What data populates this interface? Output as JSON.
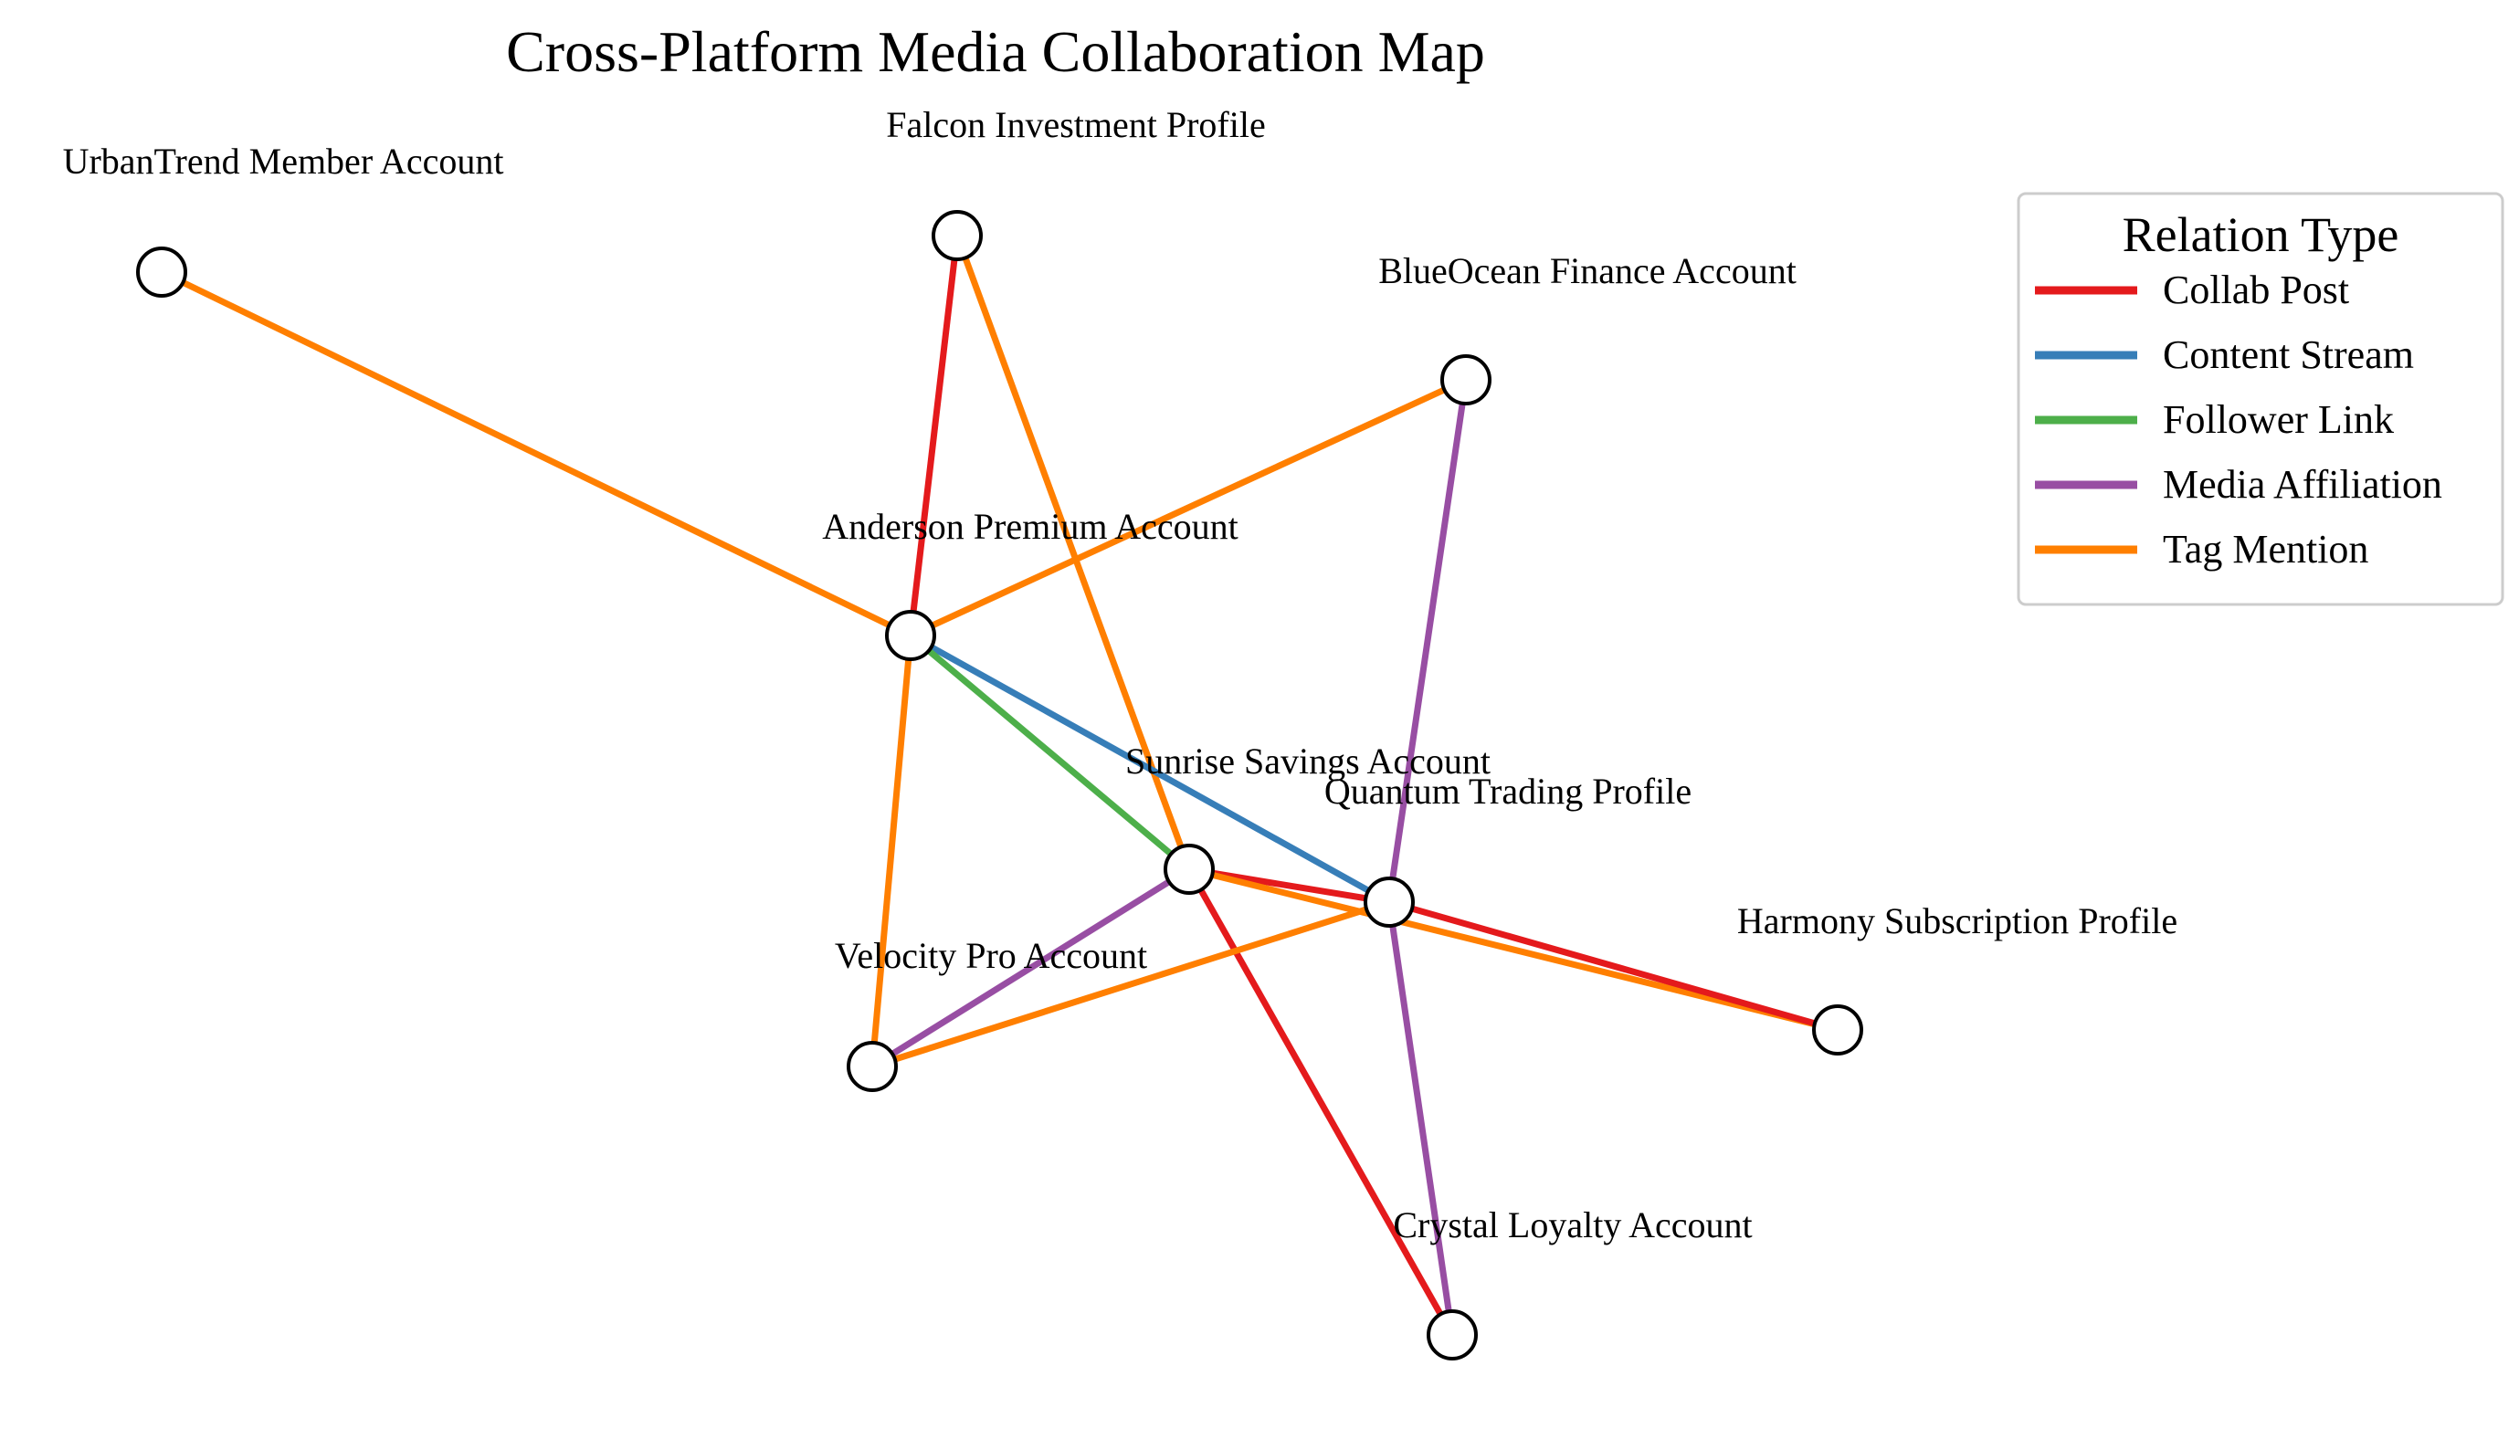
{
  "title": "Cross-Platform Media Collaboration Map",
  "legend": {
    "title": "Relation Type",
    "items": [
      {
        "key": "collab",
        "label": "Collab Post",
        "color": "#e41a1c"
      },
      {
        "key": "content",
        "label": "Content Stream",
        "color": "#377eb8"
      },
      {
        "key": "follower",
        "label": "Follower Link",
        "color": "#4daf4a"
      },
      {
        "key": "media",
        "label": "Media Affiliation",
        "color": "#984ea3"
      },
      {
        "key": "tag",
        "label": "Tag Mention",
        "color": "#ff7f00"
      }
    ]
  },
  "nodes": [
    {
      "id": "urbantrend",
      "label": "UrbanTrend Member Account"
    },
    {
      "id": "falcon",
      "label": "Falcon Investment Profile"
    },
    {
      "id": "blueocean",
      "label": "BlueOcean Finance Account"
    },
    {
      "id": "anderson",
      "label": "Anderson Premium Account"
    },
    {
      "id": "sunrise",
      "label": "Sunrise Savings Account"
    },
    {
      "id": "quantum",
      "label": "Quantum Trading Profile"
    },
    {
      "id": "harmony",
      "label": "Harmony Subscription Profile"
    },
    {
      "id": "velocity",
      "label": "Velocity Pro Account"
    },
    {
      "id": "crystal",
      "label": "Crystal Loyalty Account"
    }
  ],
  "edges": [
    {
      "source": "urbantrend",
      "target": "anderson",
      "type": "tag"
    },
    {
      "source": "falcon",
      "target": "anderson",
      "type": "collab"
    },
    {
      "source": "falcon",
      "target": "sunrise",
      "type": "tag"
    },
    {
      "source": "blueocean",
      "target": "anderson",
      "type": "tag"
    },
    {
      "source": "blueocean",
      "target": "quantum",
      "type": "media"
    },
    {
      "source": "anderson",
      "target": "quantum",
      "type": "content"
    },
    {
      "source": "anderson",
      "target": "sunrise",
      "type": "follower"
    },
    {
      "source": "anderson",
      "target": "velocity",
      "type": "tag"
    },
    {
      "source": "sunrise",
      "target": "quantum",
      "type": "collab"
    },
    {
      "source": "sunrise",
      "target": "harmony",
      "type": "tag"
    },
    {
      "source": "sunrise",
      "target": "velocity",
      "type": "media"
    },
    {
      "source": "sunrise",
      "target": "crystal",
      "type": "collab"
    },
    {
      "source": "quantum",
      "target": "harmony",
      "type": "collab"
    },
    {
      "source": "quantum",
      "target": "velocity",
      "type": "tag"
    },
    {
      "source": "quantum",
      "target": "crystal",
      "type": "media"
    }
  ]
}
